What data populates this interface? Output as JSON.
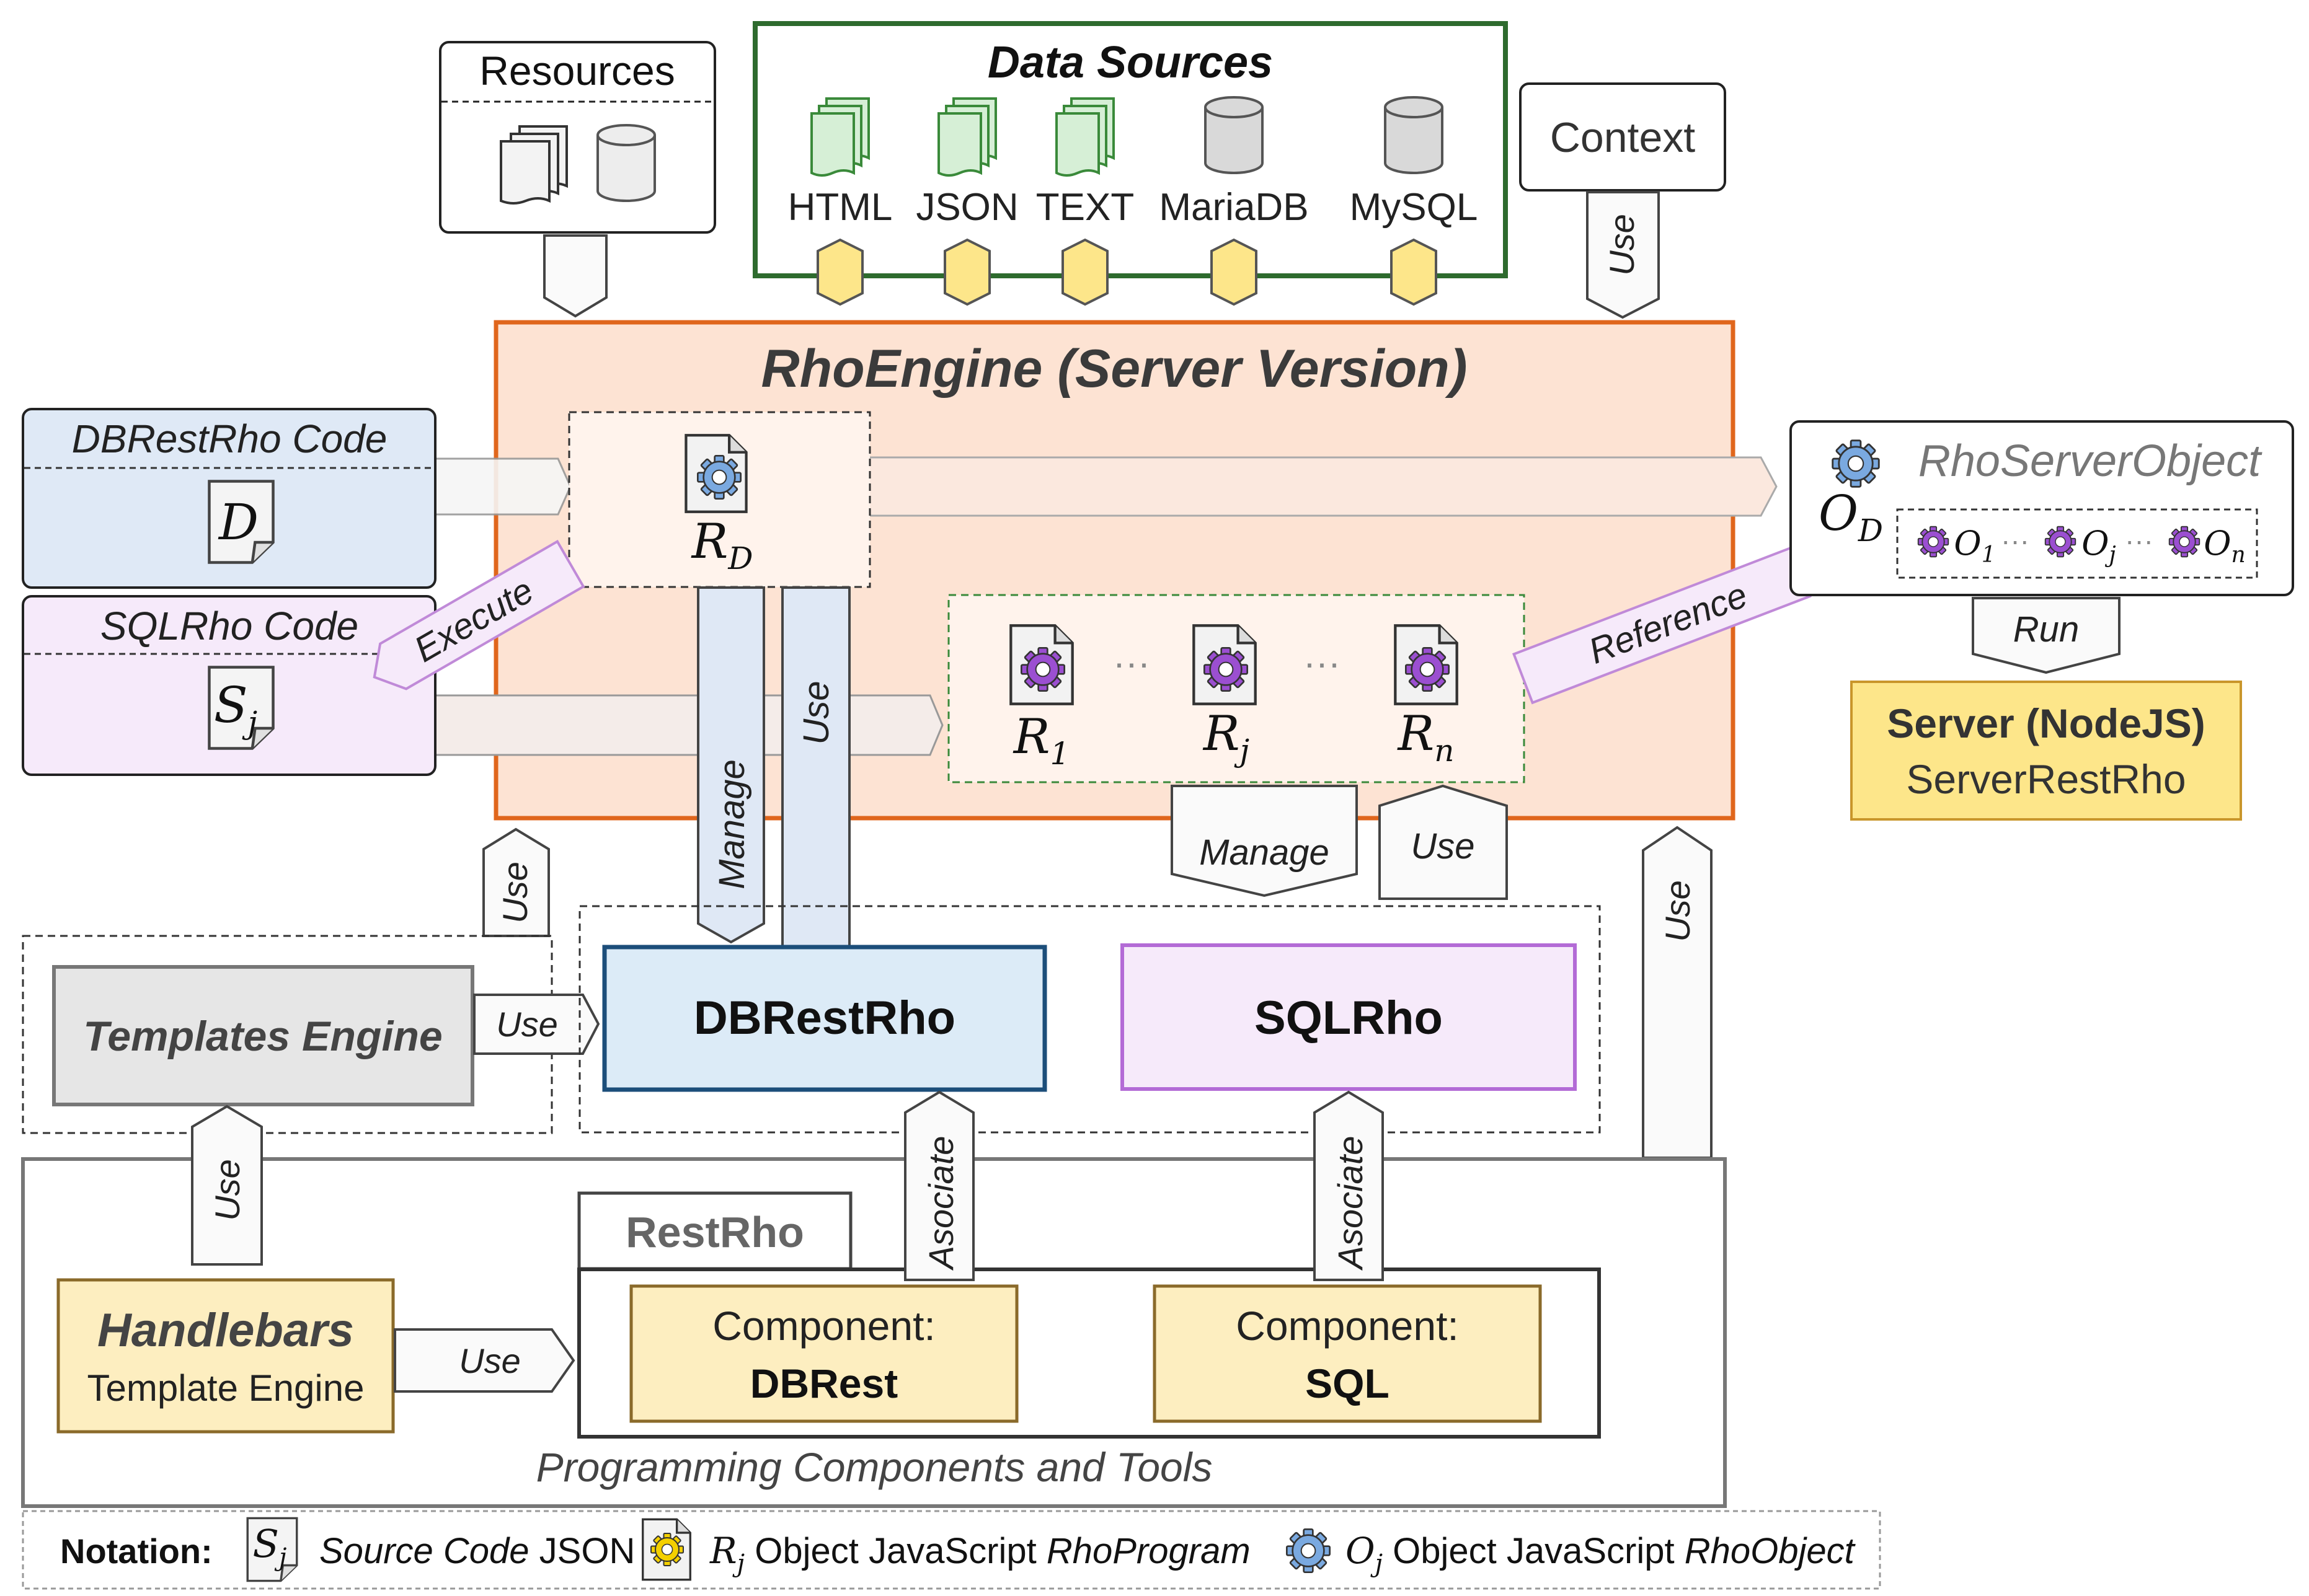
{
  "engine": {
    "title": "RhoEngine (Server Version)"
  },
  "data_sources": {
    "title": "Data Sources",
    "items": [
      {
        "label": "HTML",
        "icon": "document-stack-icon"
      },
      {
        "label": "JSON",
        "icon": "document-stack-icon"
      },
      {
        "label": "TEXT",
        "icon": "document-stack-icon"
      },
      {
        "label": "MariaDB",
        "icon": "database-icon"
      },
      {
        "label": "MySQL",
        "icon": "database-icon"
      }
    ]
  },
  "resources": {
    "label": "Resources"
  },
  "context": {
    "label": "Context",
    "use": "Use"
  },
  "codes": {
    "dbrestrho": {
      "title": "DBRestRho Code",
      "symbol": "D"
    },
    "sqlrho": {
      "title": "SQLRho Code",
      "symbol": "S",
      "sub": "j"
    }
  },
  "rho_programs": {
    "rd": {
      "symbol": "R",
      "sub": "D"
    },
    "r1": {
      "symbol": "R",
      "sub": "1"
    },
    "rj": {
      "symbol": "R",
      "sub": "j"
    },
    "rn": {
      "symbol": "R",
      "sub": "n"
    },
    "ellipsis": "···"
  },
  "rho_server_object": {
    "title": "RhoServerObject",
    "od": {
      "symbol": "O",
      "sub": "D"
    },
    "o1": {
      "symbol": "O",
      "sub": "1"
    },
    "oj": {
      "symbol": "O",
      "sub": "j"
    },
    "on": {
      "symbol": "O",
      "sub": "n"
    },
    "dots": "···"
  },
  "arrows": {
    "execute": "Execute",
    "reference": "Reference",
    "manage": "Manage",
    "use": "Use",
    "run": "Run",
    "asociate": "Asociate"
  },
  "server": {
    "title": "Server (NodeJS)",
    "subtitle": "ServerRestRho"
  },
  "modules": {
    "templates_engine": "Templates Engine",
    "dbrestrho": "DBRestRho",
    "sqlrho": "SQLRho"
  },
  "tools": {
    "caption": "Programming Components and Tools",
    "restrho": "RestRho",
    "handlebars_title": "Handlebars",
    "handlebars_sub": "Template Engine",
    "component_dbrest_line1": "Component:",
    "component_dbrest_line2": "DBRest",
    "component_sql_line1": "Component:",
    "component_sql_line2": "SQL"
  },
  "notation": {
    "label": "Notation:",
    "source_symbol": "S",
    "source_sub": "j",
    "source_text_italic": "Source Code",
    "source_text": "JSON",
    "program_symbol": "R",
    "program_sub": "j",
    "program_text": "Object JavaScript",
    "program_text_italic": "RhoProgram",
    "object_symbol": "O",
    "object_sub": "j",
    "object_text": "Object JavaScript",
    "object_text_italic": "RhoObject"
  },
  "colors": {
    "engine_fill": "#fde3d3",
    "engine_border": "#e0661c",
    "datasource_border": "#2e6b2e",
    "dbrest_fill": "#dcebf7",
    "dbrest_border": "#1c4e7a",
    "sqlrho_fill": "#f6eafa",
    "sqlrho_border": "#b36bd6",
    "yellow_fill": "#fdeec0",
    "yellow_border": "#c9962b",
    "gear_purple": "#9b4fd1",
    "gear_blue": "#7aa9e0",
    "gear_yellow": "#f4d000"
  }
}
